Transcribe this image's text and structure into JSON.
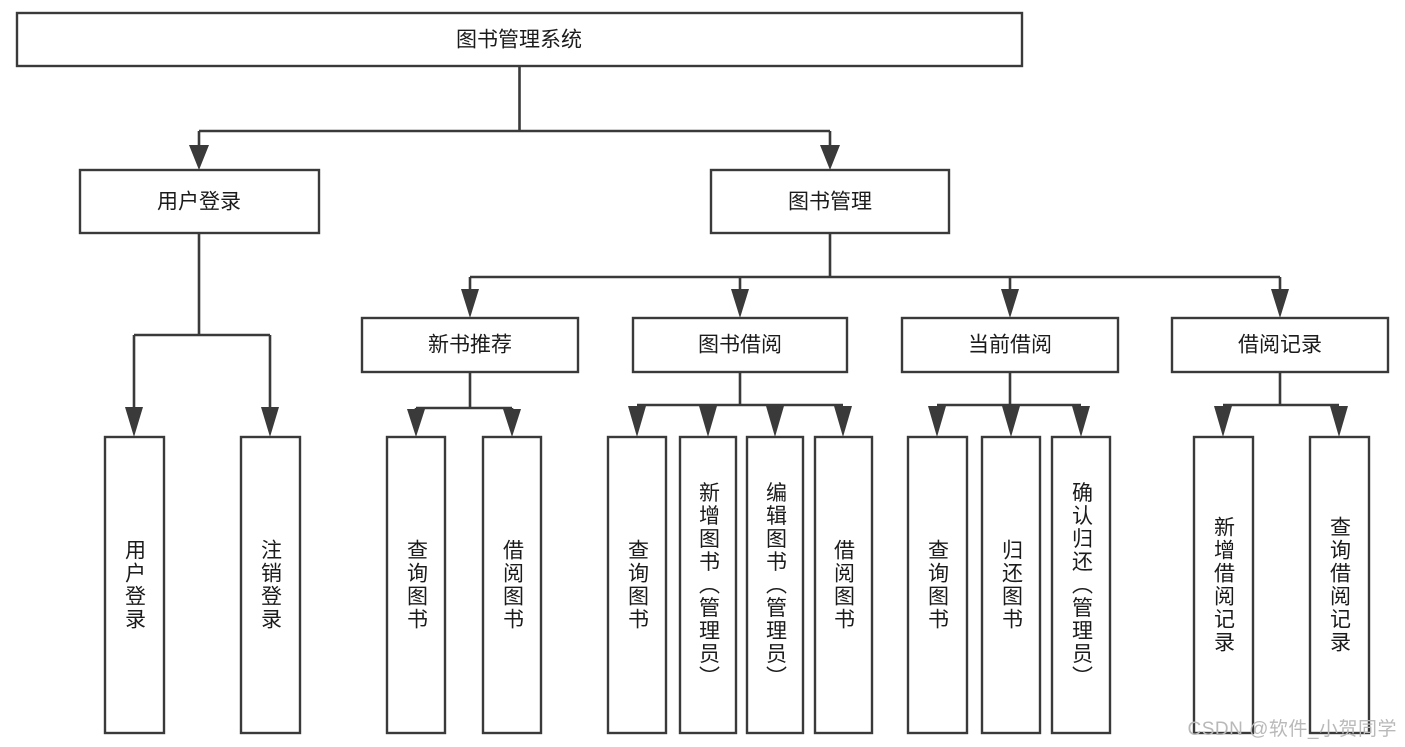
{
  "diagram": {
    "title": "图书管理系统",
    "type": "tree-hierarchy-chart",
    "colors": {
      "box_stroke": "#3a3a3a",
      "box_fill": "#ffffff",
      "text": "#1b1b1b",
      "connector": "#3a3a3a",
      "watermark": "#b9b9b9",
      "background": "#ffffff"
    },
    "root": {
      "id": "root",
      "label": "图书管理系统"
    },
    "level2": [
      {
        "id": "user-login",
        "label": "用户登录"
      },
      {
        "id": "book-manage",
        "label": "图书管理"
      }
    ],
    "level3": [
      {
        "id": "new-book-recommend",
        "label": "新书推荐"
      },
      {
        "id": "book-borrow",
        "label": "图书借阅"
      },
      {
        "id": "current-borrow",
        "label": "当前借阅"
      },
      {
        "id": "borrow-record",
        "label": "借阅记录"
      }
    ],
    "leaves": {
      "user_login": [
        {
          "id": "leaf-user-login",
          "label": "用户登录"
        },
        {
          "id": "leaf-logout-login",
          "label": "注销登录"
        }
      ],
      "new_book_recommend": [
        {
          "id": "leaf-query-book-1",
          "label": "查询图书"
        },
        {
          "id": "leaf-borrow-book-1",
          "label": "借阅图书"
        }
      ],
      "book_borrow": [
        {
          "id": "leaf-query-book-2",
          "label": "查询图书"
        },
        {
          "id": "leaf-add-book",
          "label": "新增图书（管理员）"
        },
        {
          "id": "leaf-edit-book",
          "label": "编辑图书（管理员）"
        },
        {
          "id": "leaf-borrow-book-2",
          "label": "借阅图书"
        }
      ],
      "current_borrow": [
        {
          "id": "leaf-query-book-3",
          "label": "查询图书"
        },
        {
          "id": "leaf-return-book",
          "label": "归还图书"
        },
        {
          "id": "leaf-confirm-return",
          "label": "确认归还（管理员）"
        }
      ],
      "borrow_record": [
        {
          "id": "leaf-add-record",
          "label": "新增借阅记录"
        },
        {
          "id": "leaf-query-record",
          "label": "查询借阅记录"
        }
      ]
    }
  },
  "watermark": {
    "label": "CSDN @软件_小贺同学"
  }
}
